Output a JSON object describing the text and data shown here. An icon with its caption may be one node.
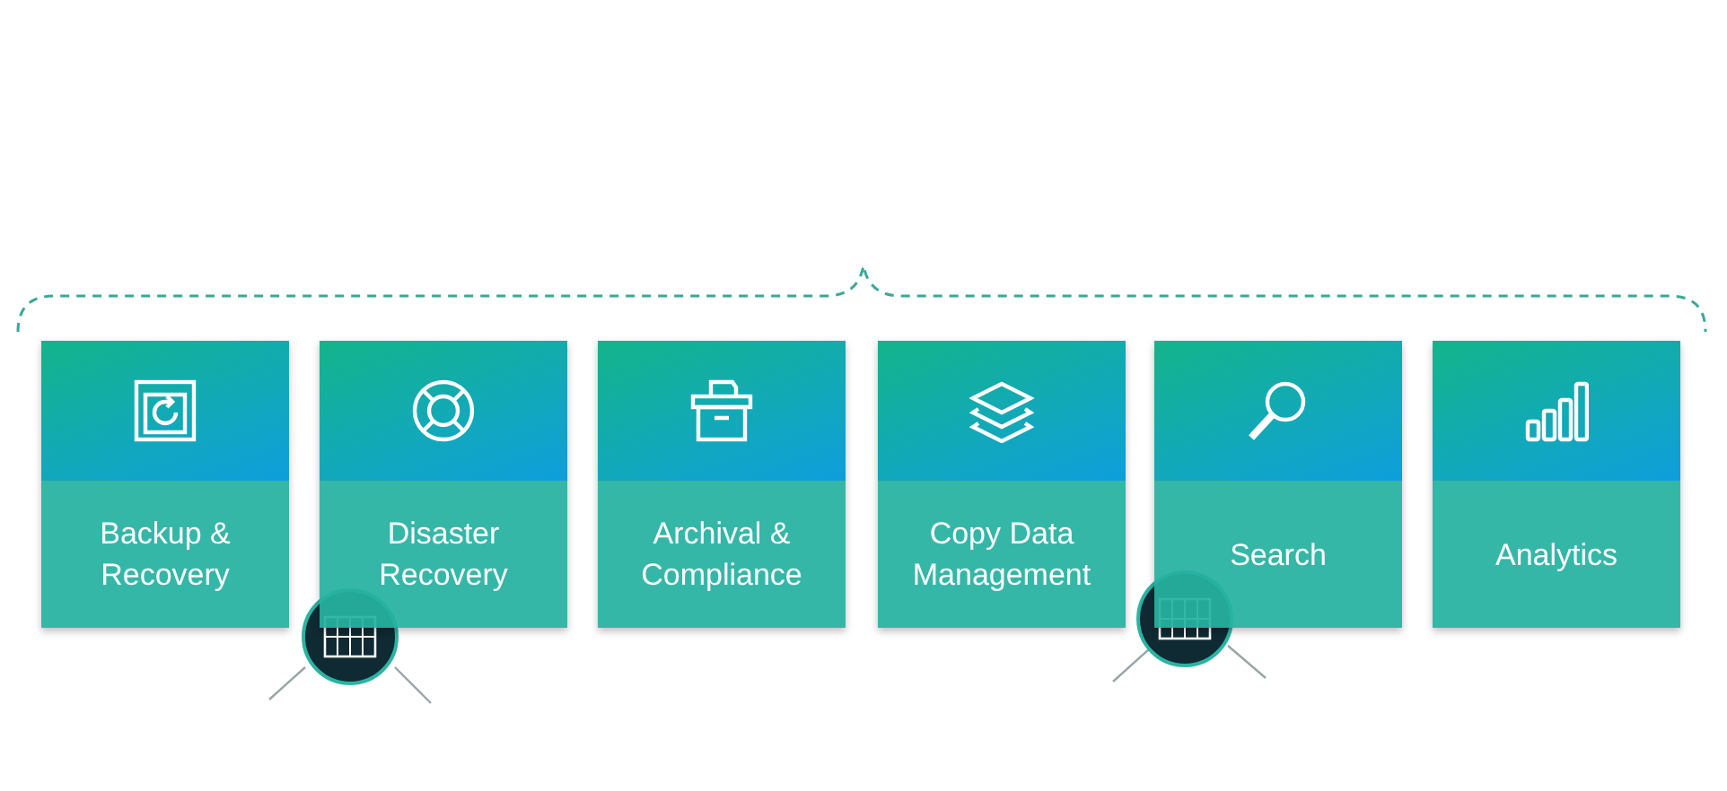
{
  "diagram": {
    "nodes": [
      {
        "text": [
          "Backup & Recovery"
        ]
      },
      {
        "text": [
          "Disaster Recovery"
        ]
      },
      {
        "text": [
          "Archival & Compliance"
        ]
      },
      {
        "text": [
          "Copy Data Management"
        ]
      },
      {
        "text": [
          "Search"
        ]
      },
      {
        "text": [
          "Analytics"
        ]
      }
    ]
  }
}
